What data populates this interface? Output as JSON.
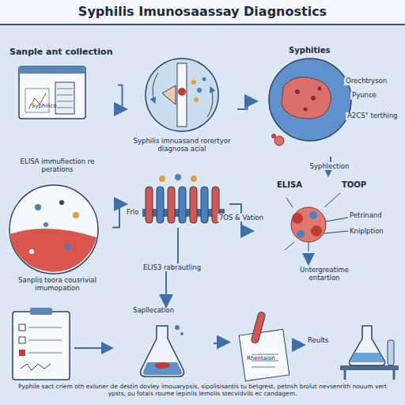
{
  "diagram": {
    "title": "Syphilis Imunosaassay Diagnostics",
    "caption": "Pyphile sact criem oth exluner de destin dovley imouarypsis, sipolisisantis tu betgrest, petnsh brolut nevsenrith nouum vert ypsts, ou fotais roume lepinlis lemolis stecvidvils ec candagem.",
    "nodes": [
      {
        "text": [
          "Sanple ant collection",
          "Syphilico"
        ]
      },
      {
        "text": [
          "Syphilis imnuasand rorertyor diagnosa acial"
        ]
      },
      {
        "text": [
          "Syphities",
          "Orechtryson",
          "Pyunce",
          "A2CS° terthing"
        ]
      },
      {
        "text": [
          "ELISA immufiection re perations",
          "Sanplis toora cousrivial imumopation"
        ]
      },
      {
        "text": [
          "Frlo"
        ]
      },
      {
        "text": [
          "ELISA",
          "TOOP",
          "Petrinand",
          "Kniplption",
          "Untergreatime entartion"
        ]
      },
      {
        "text": [
          "Sapllecation"
        ]
      },
      {
        "text": [
          "Rhentaion"
        ]
      },
      {
        "text": [
          "Reults"
        ]
      }
    ],
    "edges": [
      {
        "from": 0,
        "to": 1,
        "arrow": "to"
      },
      {
        "from": 1,
        "to": 2,
        "arrow": "to"
      },
      {
        "from": 2,
        "to": 5,
        "label": "Syphlection",
        "arrow": "to"
      },
      {
        "from": 3,
        "to": 4,
        "arrow": "to"
      },
      {
        "from": 4,
        "to": 5,
        "label": "7OS & Vation",
        "arrow": "to"
      },
      {
        "from": 4,
        "to": 6,
        "label": "ELIS3 rabrautling",
        "arrow": "to"
      },
      {
        "from": 6,
        "to": 7,
        "arrow": "to"
      },
      {
        "from": 7,
        "to": 8,
        "arrow": "to"
      }
    ]
  }
}
